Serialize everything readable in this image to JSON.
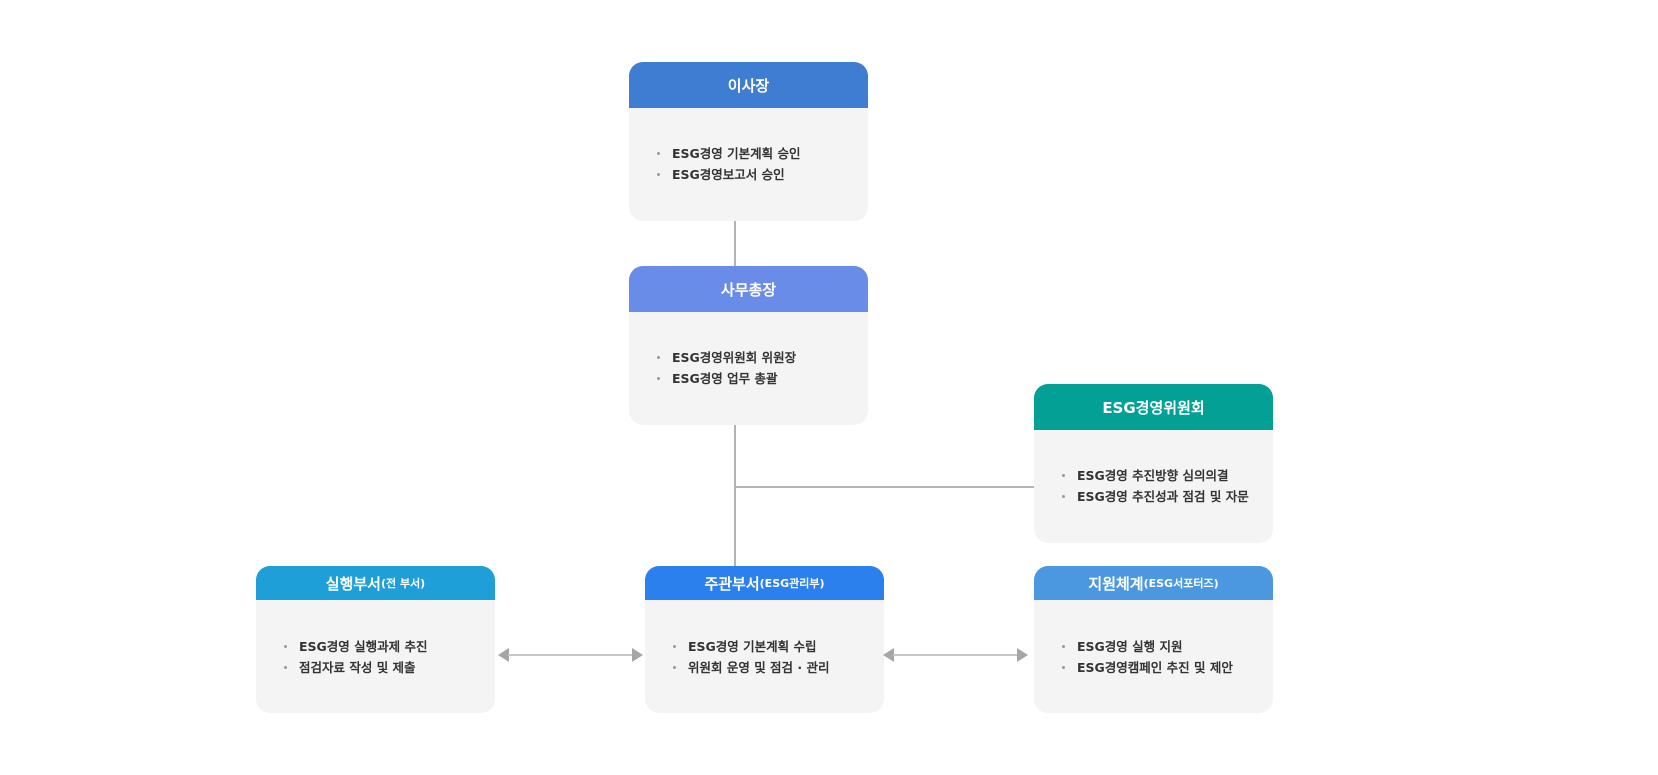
{
  "boxes": {
    "chairman": {
      "title": "이사장",
      "items": [
        "ESG경영 기본계획 승인",
        "ESG경영보고서 승인"
      ],
      "color": "#3e7dd2"
    },
    "secretary_general": {
      "title": "사무총장",
      "items": [
        "ESG경영위원회 위원장",
        "ESG경영 업무 총괄"
      ],
      "color": "#6a8ce9"
    },
    "committee": {
      "title": "ESG경영위원회",
      "items": [
        "ESG경영 추진방향 심의의결",
        "ESG경영 추진성과 점검 및 자문"
      ],
      "color": "#03a096"
    },
    "execution": {
      "title": "실행부서",
      "subtitle": "(전 부서)",
      "items": [
        "ESG경영 실행과제 추진",
        "점검자료 작성 및 제출"
      ],
      "color": "#1e9fd7"
    },
    "lead": {
      "title": "주관부서",
      "subtitle": "(ESG관리부)",
      "items": [
        "ESG경영 기본계획 수립",
        "위원회 운영 및 점검 · 관리"
      ],
      "color": "#2c80ee"
    },
    "support": {
      "title": "지원체계",
      "subtitle": "(ESG서포터즈)",
      "items": [
        "ESG경영 실행 지원",
        "ESG경영캠페인 추진 및 제안"
      ],
      "color": "#4c98e0"
    }
  }
}
